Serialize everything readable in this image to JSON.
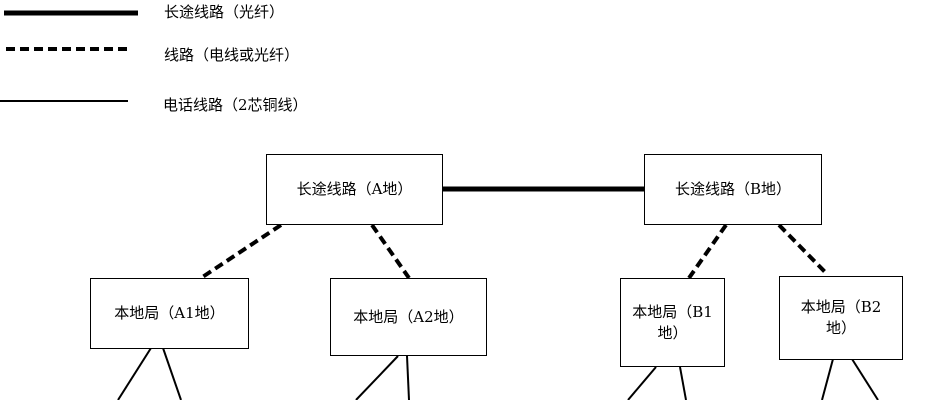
{
  "legend": {
    "long_distance": "长途线路（光纤）",
    "line": "线路（电线或光纤）",
    "phone": "电话线路（2芯铜线）"
  },
  "nodes": {
    "trunk_a": "长途线路（A地）",
    "trunk_b": "长途线路（B地）",
    "local_a1": "本地局（A1地）",
    "local_a2": "本地局（A2地）",
    "local_b1": "本地局（B1\n地）",
    "local_b2": "本地局（B2\n地）"
  }
}
